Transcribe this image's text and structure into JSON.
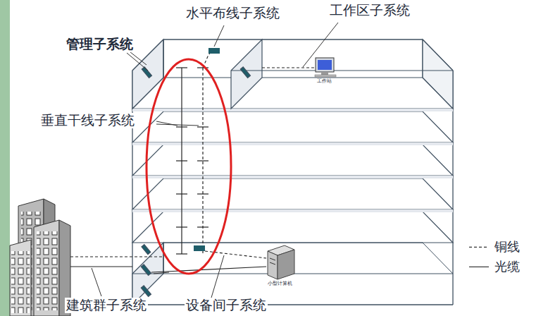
{
  "diagram": {
    "labels": [
      "水平布线子系统",
      "工作区子系统",
      "管理子系统",
      "垂直干线子系统",
      "工作站",
      "小型计算机",
      "建筑群子系统",
      "设备间子系统"
    ],
    "legend": [
      {
        "text": "铜线"
      },
      {
        "text": "光缆"
      }
    ]
  }
}
